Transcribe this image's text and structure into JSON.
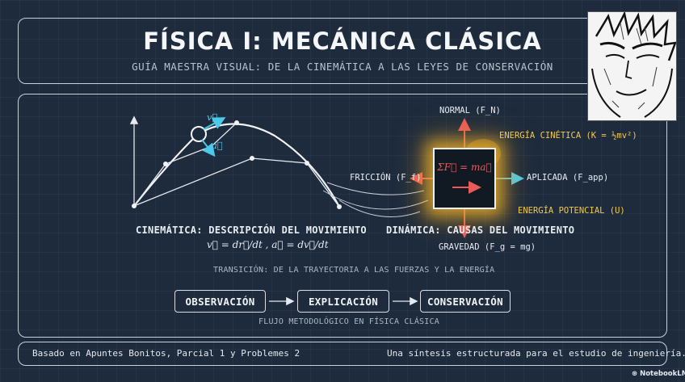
{
  "header": {
    "title": "FÍSICA I: MECÁNICA CLÁSICA",
    "subtitle": "GUÍA MAESTRA VISUAL: DE LA CINEMÁTICA A LAS LEYES DE CONSERVACIÓN"
  },
  "kinematics": {
    "label": "CINEMÁTICA: DESCRIPCIÓN DEL MOVIMIENTO",
    "velocity_symbol": "v⃗",
    "acceleration_symbol": "a⃗",
    "formula": "v⃗ = dr⃗/dt , a⃗ = dv⃗/dt"
  },
  "dynamics": {
    "label": "DINÁMICA: CAUSAS DEL MOVIMIENTO",
    "newton_law": "ΣF⃗ = ma⃗",
    "forces": {
      "normal": "NORMAL (F_N)",
      "friction": "FRICCIÓN (F_f)",
      "applied": "APLICADA (F_app)",
      "gravity": "GRAVEDAD (F_g = mg)"
    },
    "energy": {
      "kinetic": "ENERGÍA CINÉTICA (K = ½mv²)",
      "potential": "ENERGÍA POTENCIAL (U)"
    }
  },
  "transition": "TRANSICIÓN: DE LA TRAYECTORIA A LAS FUERZAS Y LA ENERGÍA",
  "flow": {
    "steps": [
      "OBSERVACIÓN",
      "EXPLICACIÓN",
      "CONSERVACIÓN"
    ],
    "caption": "FLUJO METODOLÓGICO EN FÍSICA CLÁSICA"
  },
  "footer": {
    "left": "Basado en Apuntes Bonitos, Parcial 1 y Problemes 2",
    "right": "Una síntesis estructurada para el estudio de ingeniería.",
    "brand": "NotebookLM"
  },
  "colors": {
    "background": "#1d2b3d",
    "accent_cyan": "#4cc9e8",
    "accent_red": "#ea5a5a",
    "accent_gold": "#f2c94c"
  }
}
